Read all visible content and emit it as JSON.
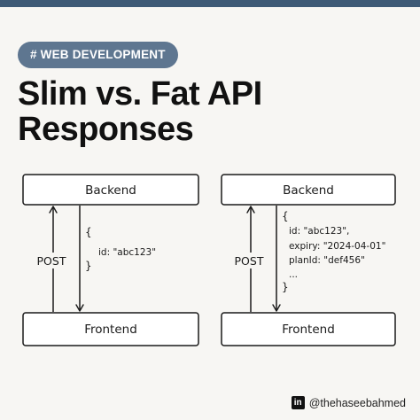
{
  "tag": "# WEB DEVELOPMENT",
  "title": {
    "line1": "Slim vs. Fat API",
    "line2": "Responses"
  },
  "diagrams": {
    "slim": {
      "top_box": "Backend",
      "bottom_box": "Frontend",
      "request_label": "POST",
      "brace_open": "{",
      "brace_close": "}",
      "response_lines": [
        "id: \"abc123\""
      ]
    },
    "fat": {
      "top_box": "Backend",
      "bottom_box": "Frontend",
      "request_label": "POST",
      "brace_open": "{",
      "brace_close": "}",
      "response_lines": [
        "id: \"abc123\",",
        "expiry: \"2024-04-01\"",
        "planId: \"def456\"",
        "..."
      ]
    }
  },
  "footer": {
    "linkedin_icon": "in",
    "handle": "@thehaseebahmed"
  },
  "colors": {
    "accent_bar": "#3e5a76",
    "tag_background": "#5e7690",
    "background": "#f7f6f3"
  }
}
